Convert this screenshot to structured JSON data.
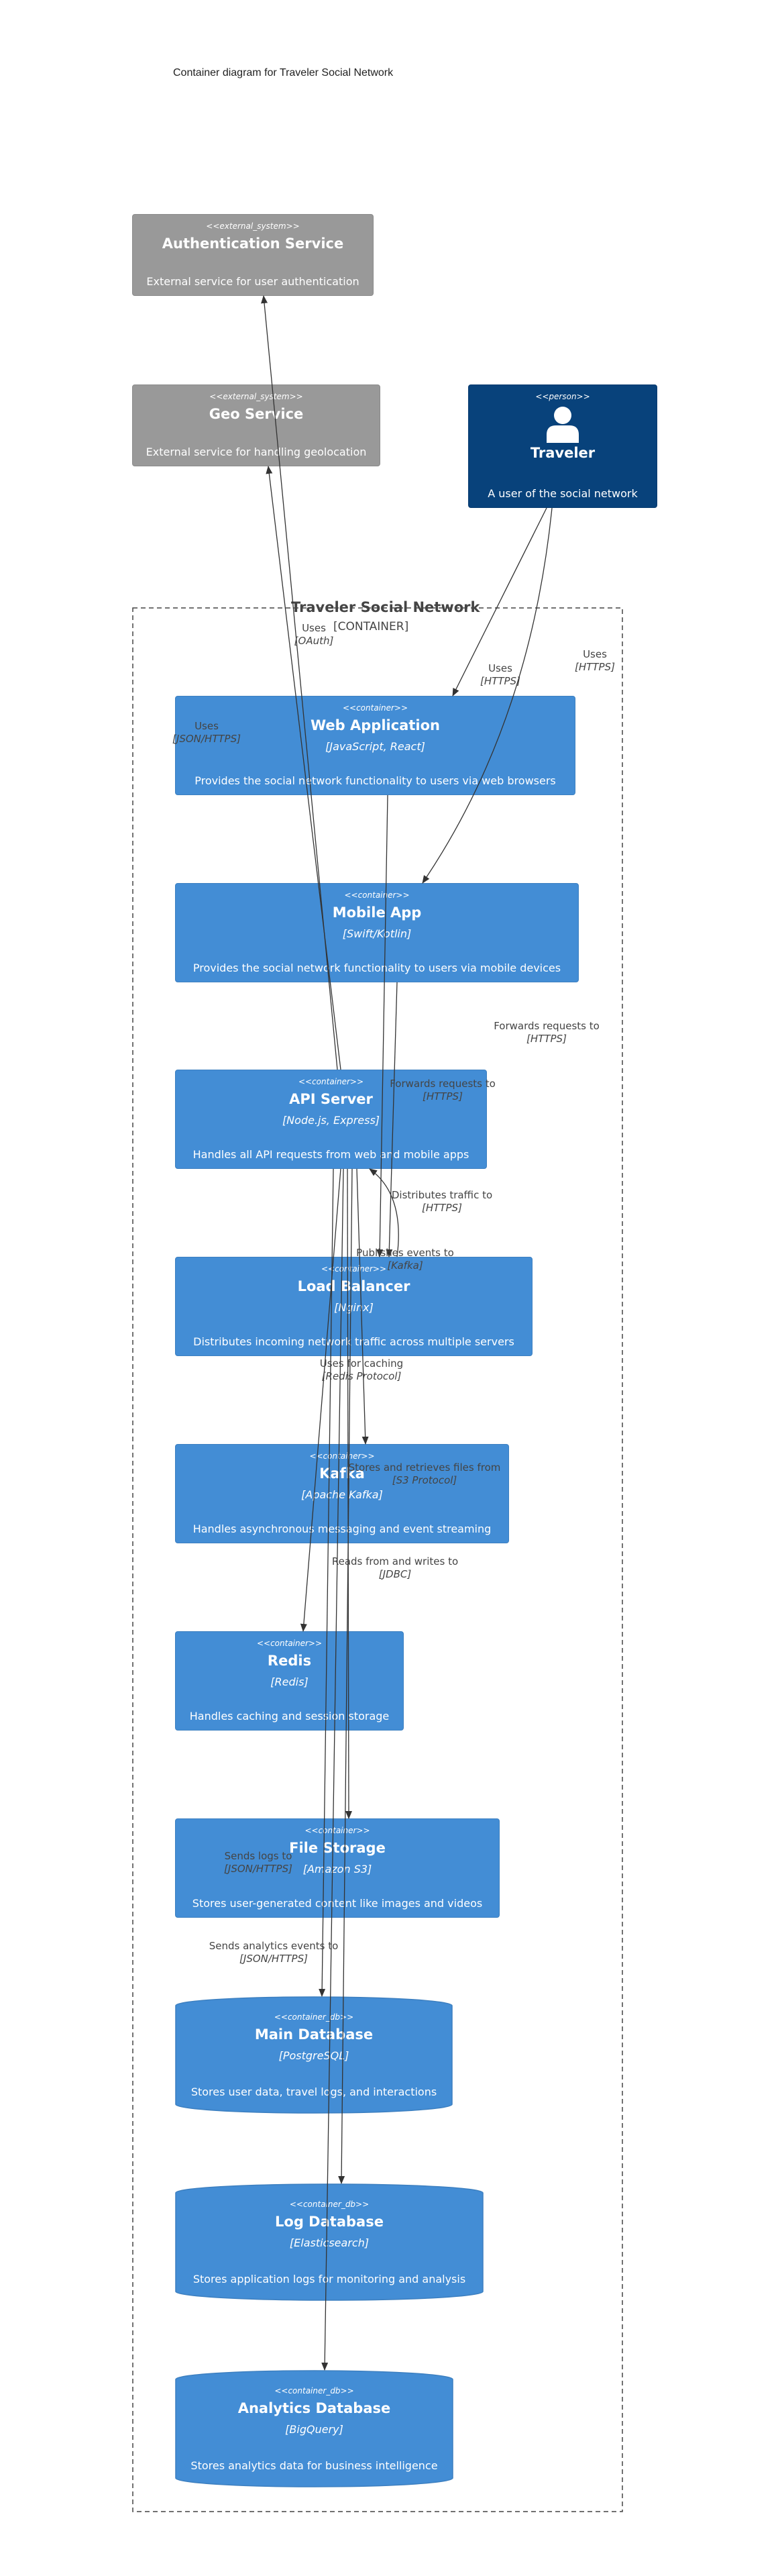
{
  "title": "Container diagram for Traveler Social Network",
  "boundary": {
    "name": "Traveler Social Network",
    "type": "[CONTAINER]"
  },
  "nodes": {
    "auth": {
      "stereotype": "<<external_system>>",
      "name": "Authentication Service",
      "description": "External service for user authentication"
    },
    "geo": {
      "stereotype": "<<external_system>>",
      "name": "Geo Service",
      "description": "External service for handling geolocation"
    },
    "traveler": {
      "stereotype": "<<person>>",
      "name": "Traveler",
      "description": "A user of the social network",
      "icon": "person-icon"
    },
    "webapp": {
      "stereotype": "<<container>>",
      "name": "Web Application",
      "technology": "[JavaScript, React]",
      "description": "Provides the social network functionality to users via web browsers"
    },
    "mobile": {
      "stereotype": "<<container>>",
      "name": "Mobile App",
      "technology": "[Swift/Kotlin]",
      "description": "Provides the social network functionality to users via mobile devices"
    },
    "api": {
      "stereotype": "<<container>>",
      "name": "API Server",
      "technology": "[Node.js, Express]",
      "description": "Handles all API requests from web and mobile apps"
    },
    "lb": {
      "stereotype": "<<container>>",
      "name": "Load Balancer",
      "technology": "[Nginx]",
      "description": "Distributes incoming network traffic across multiple servers"
    },
    "kafka": {
      "stereotype": "<<container>>",
      "name": "Kafka",
      "technology": "[Apache Kafka]",
      "description": "Handles asynchronous messaging and event streaming"
    },
    "redis": {
      "stereotype": "<<container>>",
      "name": "Redis",
      "technology": "[Redis]",
      "description": "Handles caching and session storage"
    },
    "files": {
      "stereotype": "<<container>>",
      "name": "File Storage",
      "technology": "[Amazon S3]",
      "description": "Stores user-generated content like images and videos"
    },
    "maindb": {
      "stereotype": "<<container_db>>",
      "name": "Main Database",
      "technology": "[PostgreSQL]",
      "description": "Stores user data, travel logs, and interactions"
    },
    "logdb": {
      "stereotype": "<<container_db>>",
      "name": "Log Database",
      "technology": "[Elasticsearch]",
      "description": "Stores application logs for monitoring and analysis"
    },
    "analyticsdb": {
      "stereotype": "<<container_db>>",
      "name": "Analytics Database",
      "technology": "[BigQuery]",
      "description": "Stores analytics data for business intelligence"
    }
  },
  "relationships": [
    {
      "id": "r1",
      "from": "Traveler",
      "to": "Web Application",
      "label": "Uses",
      "technology": "[HTTPS]"
    },
    {
      "id": "r2",
      "from": "Traveler",
      "to": "Mobile App",
      "label": "Uses",
      "technology": "[HTTPS]"
    },
    {
      "id": "r3",
      "from": "Web Application",
      "to": "API Server",
      "label": "Uses",
      "technology": "[JSON/HTTPS]"
    },
    {
      "id": "r4",
      "from": "Web Application",
      "to": "Load Balancer",
      "label": "Forwards requests to",
      "technology": "[HTTPS]"
    },
    {
      "id": "r5",
      "from": "Mobile App",
      "to": "Load Balancer",
      "label": "Forwards requests to",
      "technology": "[HTTPS]"
    },
    {
      "id": "r6",
      "from": "Load Balancer",
      "to": "API Server",
      "label": "Distributes traffic to",
      "technology": "[HTTPS]"
    },
    {
      "id": "r7",
      "from": "API Server",
      "to": "Authentication Service",
      "label": "Uses",
      "technology": "[OAuth]"
    },
    {
      "id": "r8",
      "from": "API Server",
      "to": "Geo Service",
      "label": "",
      "technology": ""
    },
    {
      "id": "r9",
      "from": "API Server",
      "to": "Kafka",
      "label": "Publishes events to",
      "technology": "[Kafka]"
    },
    {
      "id": "r10",
      "from": "API Server",
      "to": "Redis",
      "label": "Uses for caching",
      "technology": "[Redis Protocol]"
    },
    {
      "id": "r11",
      "from": "API Server",
      "to": "File Storage",
      "label": "Stores and retrieves files from",
      "technology": "[S3 Protocol]"
    },
    {
      "id": "r12",
      "from": "API Server",
      "to": "Main Database",
      "label": "Reads from and writes to",
      "technology": "[JDBC]"
    },
    {
      "id": "r13",
      "from": "API Server",
      "to": "Log Database",
      "label": "Sends logs to",
      "technology": "[JSON/HTTPS]"
    },
    {
      "id": "r14",
      "from": "API Server",
      "to": "Analytics Database",
      "label": "Sends analytics events to",
      "technology": "[JSON/HTTPS]"
    }
  ]
}
